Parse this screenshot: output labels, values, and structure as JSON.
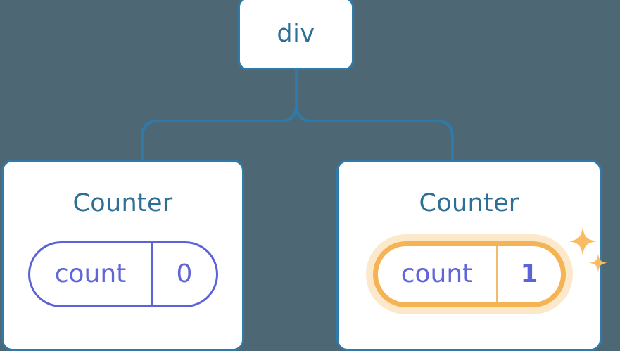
{
  "diagram": {
    "title": "React component tree with state update highlight",
    "background_color": "#4d6874",
    "node_border_color": "#2f7aa8",
    "node_title_color": "#2e6f96",
    "state_color": "#6066d8",
    "highlight_color": "#f5b353",
    "highlight_glow_color": "rgba(245,179,83,0.30)"
  },
  "root": {
    "label": "div"
  },
  "children": [
    {
      "label": "Counter",
      "state": {
        "key": "count",
        "value": "0"
      },
      "highlighted": false
    },
    {
      "label": "Counter",
      "state": {
        "key": "count",
        "value": "1"
      },
      "highlighted": true,
      "sparkle_icon": "sparkles-icon"
    }
  ]
}
